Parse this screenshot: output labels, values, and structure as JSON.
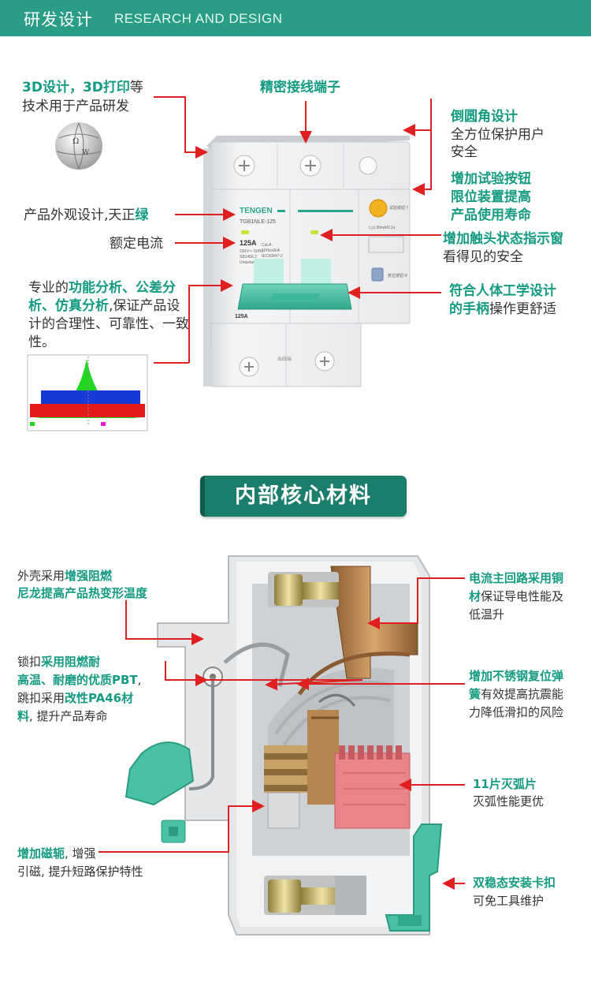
{
  "banner": {
    "title_cn": "研发设计",
    "title_en": "RESEARCH AND DESIGN"
  },
  "top": {
    "left": {
      "design_3d": {
        "hl": "3D设计，3D打印",
        "rest": "等"
      },
      "design_3d_line2": "技术用于产品研发",
      "appearance": {
        "text": "产品外观设计,天正",
        "hl": "绿"
      },
      "rated_current": "额定电流",
      "analysis": {
        "p1": "专业的",
        "hl1": "功能分析、公差分析、仿真分析",
        "p2": ",保证产品设计的合理性、可靠性、一致性。"
      }
    },
    "top_center": "精密接线端子",
    "right": {
      "rounded": {
        "hl": "倒圆角设计",
        "l2": "全方位保护用户",
        "l3": "安全"
      },
      "test_button": {
        "l1": "增加试验按钮",
        "l2": "限位装置提高",
        "l3": "产品使用寿命"
      },
      "contact_indicator": {
        "hl": "增加触头状态指示窗",
        "l2": "看得见的安全"
      },
      "handle": {
        "hl1": "符合人体工学设计",
        "hl2": "的手柄",
        "rest": "操作更舒适"
      }
    },
    "device": {
      "brand": "TENGEN",
      "model": "TGB1NLE-125",
      "rating": "125A",
      "spec_lines": [
        "230V～ 50Hz",
        "SB1456.2",
        "Unipolar"
      ],
      "class_lines": [
        "Cat.A",
        "50Hz≥6kA",
        "IEC60947-2"
      ],
      "test_label": "试验按钮 T",
      "leak_label": "I△n 30mA/0.1s",
      "reset_label": "复位按钮 R",
      "bottom_label": "出线端"
    }
  },
  "section_title": "内部核心材料",
  "bottom": {
    "left": {
      "shell": {
        "p1": "外壳采用",
        "hl1": "增强阻燃",
        "hl2": "尼龙提高产品热变形温度"
      },
      "lock": {
        "p1": "锁扣",
        "hl1": "采用阻燃耐",
        "hl2": "高温、耐磨的优质PBT",
        "p2": ",",
        "p3": "跳扣采用",
        "hl3": "改性PA46材",
        "hl4": "料",
        "p4": ", 提升产品寿命"
      },
      "magnet": {
        "hl": "增加磁轭",
        "p1": ", 增强",
        "l2": "引磁, 提升短路保护特性"
      }
    },
    "right": {
      "copper": {
        "hl1": "电流主回路采用铜",
        "hl2": "材",
        "p1": "保证导电性能及",
        "l3": "低温升"
      },
      "spring": {
        "hl1": "增加不锈钢复位弹",
        "hl2": "簧",
        "p1": "有效提高抗震能",
        "l3": "力降低滑扣的风险"
      },
      "arc": {
        "hl": "11片灭弧片",
        "l2": "灭弧性能更优"
      },
      "clip": {
        "hl": "双稳态安装卡扣",
        "l2": "可免工具维护"
      }
    }
  },
  "colors": {
    "banner": "#2a9d86",
    "accent": "#149b82",
    "arrow": "#e02020",
    "title_bg": "#1b7d6c",
    "handle": "#49c1a6",
    "arc_plates": "#e8848a"
  }
}
